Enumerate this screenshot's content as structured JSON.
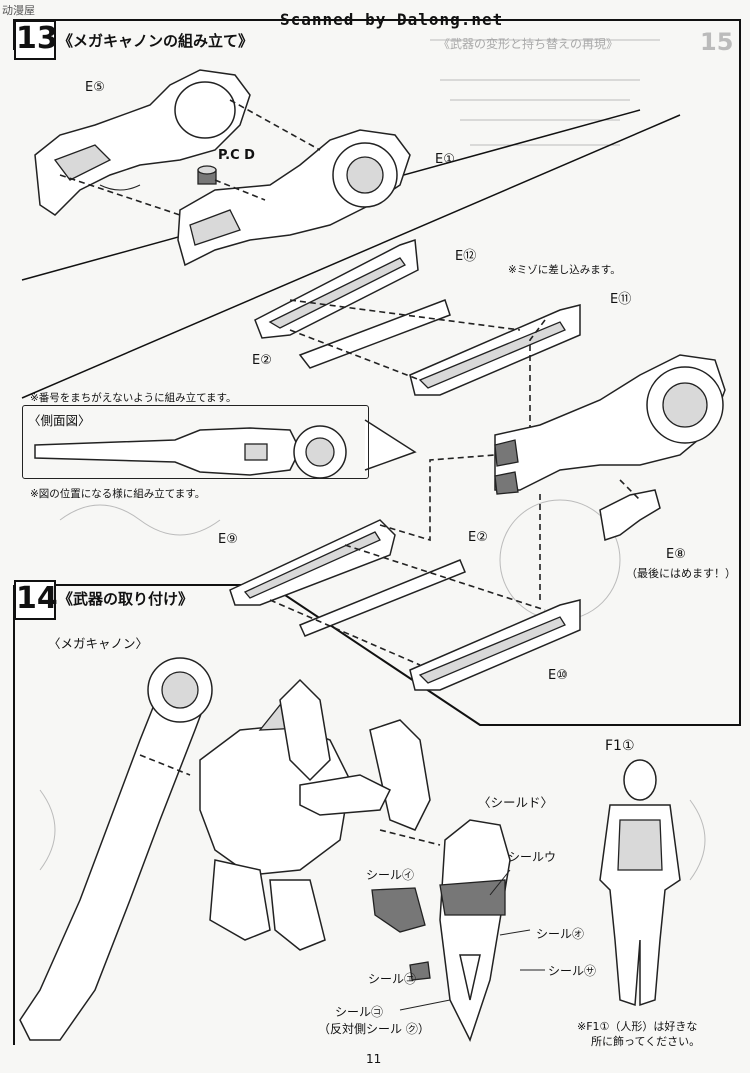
{
  "watermark": "Scanned by Dalong.net",
  "corner_logo": "动漫屋",
  "step13": {
    "number": "13",
    "title": "《メガキャノンの組み立て》"
  },
  "step14": {
    "number": "14",
    "title": "《武器の取り付け》"
  },
  "step15_ghost": {
    "number": "15",
    "title": "《武器の変形と持ち替えの再現》"
  },
  "labels": {
    "e5": "E⑤",
    "pcd": "P.C D",
    "e1": "E①",
    "e12": "E⑫",
    "mizo_note": "※ミゾに差し込みます。",
    "e11": "E⑪",
    "e2a": "E②",
    "e9": "E⑨",
    "e2b": "E②",
    "e8": "E⑧",
    "e8_note": "（最後にはめます！）",
    "e10": "E⑩",
    "mega_cannon": "〈メガキャノン〉",
    "shield": "〈シールド〉",
    "seal_u": "シールウ",
    "seal_i": "シール㋑",
    "seal_o": "シール㋔",
    "seal_e": "シール㋓",
    "seal_sa": "シール㋚",
    "seal_ko": "シール㋙",
    "seal_ku": "（反対側シール ㋗）",
    "f1": "F1①",
    "f1_note1": "※F1①（人形）は好きな",
    "f1_note2": "所に飾ってください。"
  },
  "callout": {
    "note_top": "※番号をまちがえないように組み立てます。",
    "side_view": "〈側面図〉",
    "note_bottom": "※図の位置になる様に組み立てます。"
  },
  "page_number": "11"
}
